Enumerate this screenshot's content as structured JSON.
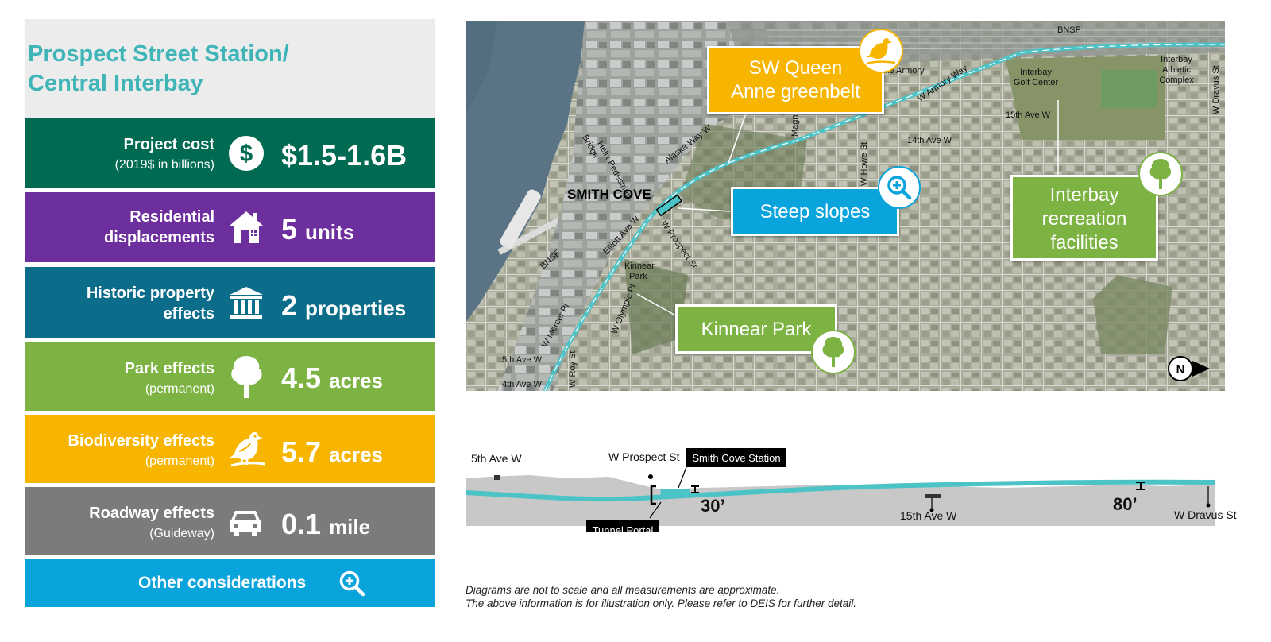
{
  "title": {
    "line1": "Prospect Street Station/",
    "line2": "Central Interbay"
  },
  "metrics": [
    {
      "label1": "Project cost",
      "sublabel": "(2019$ in billions)",
      "value": "$1.5-1.6B",
      "unit": "",
      "color": "#006a52",
      "icon": "dollar-icon"
    },
    {
      "label1": "Residential",
      "label2": "displacements",
      "value": "5",
      "unit": "units",
      "color": "#6d2e9e",
      "icon": "house-icon"
    },
    {
      "label1": "Historic property",
      "label2": "effects",
      "value": "2",
      "unit": "properties",
      "color": "#0c6d8b",
      "icon": "building-icon"
    },
    {
      "label1": "Park effects",
      "sublabel": "(permanent)",
      "value": "4.5",
      "unit": "acres",
      "color": "#7cb342",
      "icon": "tree-icon"
    },
    {
      "label1": "Biodiversity effects",
      "sublabel": "(permanent)",
      "value": "5.7",
      "unit": "acres",
      "color": "#f7b500",
      "icon": "bird-icon"
    },
    {
      "label1": "Roadway effects",
      "sublabel": "(Guideway)",
      "value": "0.1",
      "unit": "mile",
      "color": "#7b7b7b",
      "icon": "car-icon"
    }
  ],
  "other": {
    "label": "Other considerations",
    "color": "#0aa4dd"
  },
  "map": {
    "labels": {
      "bnsf_top": "BNSF",
      "armory": "ttle Armory",
      "armory_way": "W Armory Way",
      "golf": "Interbay\nGolf Center",
      "athletic": "Interbay\nAthletic\nComplex",
      "dravus": "W Dravus St",
      "ave15": "15th Ave W",
      "ave14": "14th Ave W",
      "howe": "W Howe St",
      "magn": "Magn",
      "alaska": "Alaska Way W",
      "helix": "Helix Pedestrian\nBridge",
      "smith": "SMITH COVE",
      "prospect": "W Prospect St",
      "elliott": "Elliott Ave W",
      "bnsf_bottom": "BNSF",
      "kinnear_lbl": "Kinnear\nPark",
      "olympic": "W Olympic Pl",
      "mercer": "W Mercer Pl",
      "roy": "W Roy St",
      "ave5": "5th Ave W",
      "ave4": "4th Ave W",
      "north": "N"
    },
    "callouts": {
      "queen": "SW Queen\nAnne greenbelt",
      "slopes": "Steep slopes",
      "interbay": "Interbay\nrecreation\nfacilities",
      "kinnear": "Kinnear Park"
    }
  },
  "profile": {
    "ave5": "5th Ave W",
    "prospect": "W Prospect St",
    "station": "Smith Cove Station",
    "d30": "30’",
    "portal": "Tunnel Portal",
    "ave15": "15th Ave W",
    "d80": "80’",
    "dravus": "W Dravus St"
  },
  "notes": {
    "line1": "Diagrams are not to scale and all measurements are approximate.",
    "line2": "The above information is for illustration only. Please refer to DEIS for further detail."
  },
  "colors": {
    "teal": "#3fb5b8",
    "track": "#4cc3c7"
  }
}
